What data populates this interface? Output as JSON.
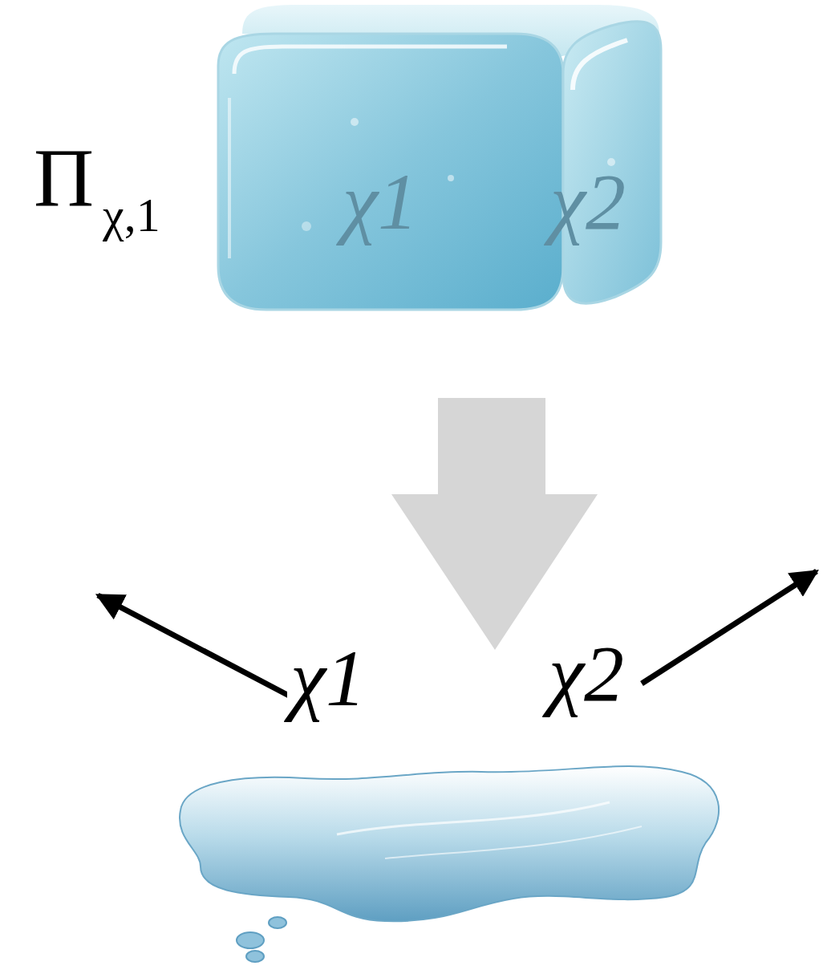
{
  "diagram": {
    "nodes": [
      {
        "text": [
          "χ1",
          "χ2"
        ]
      }
    ],
    "labels": [
      "Π",
      "χ,1",
      "χ1",
      "χ2"
    ]
  }
}
